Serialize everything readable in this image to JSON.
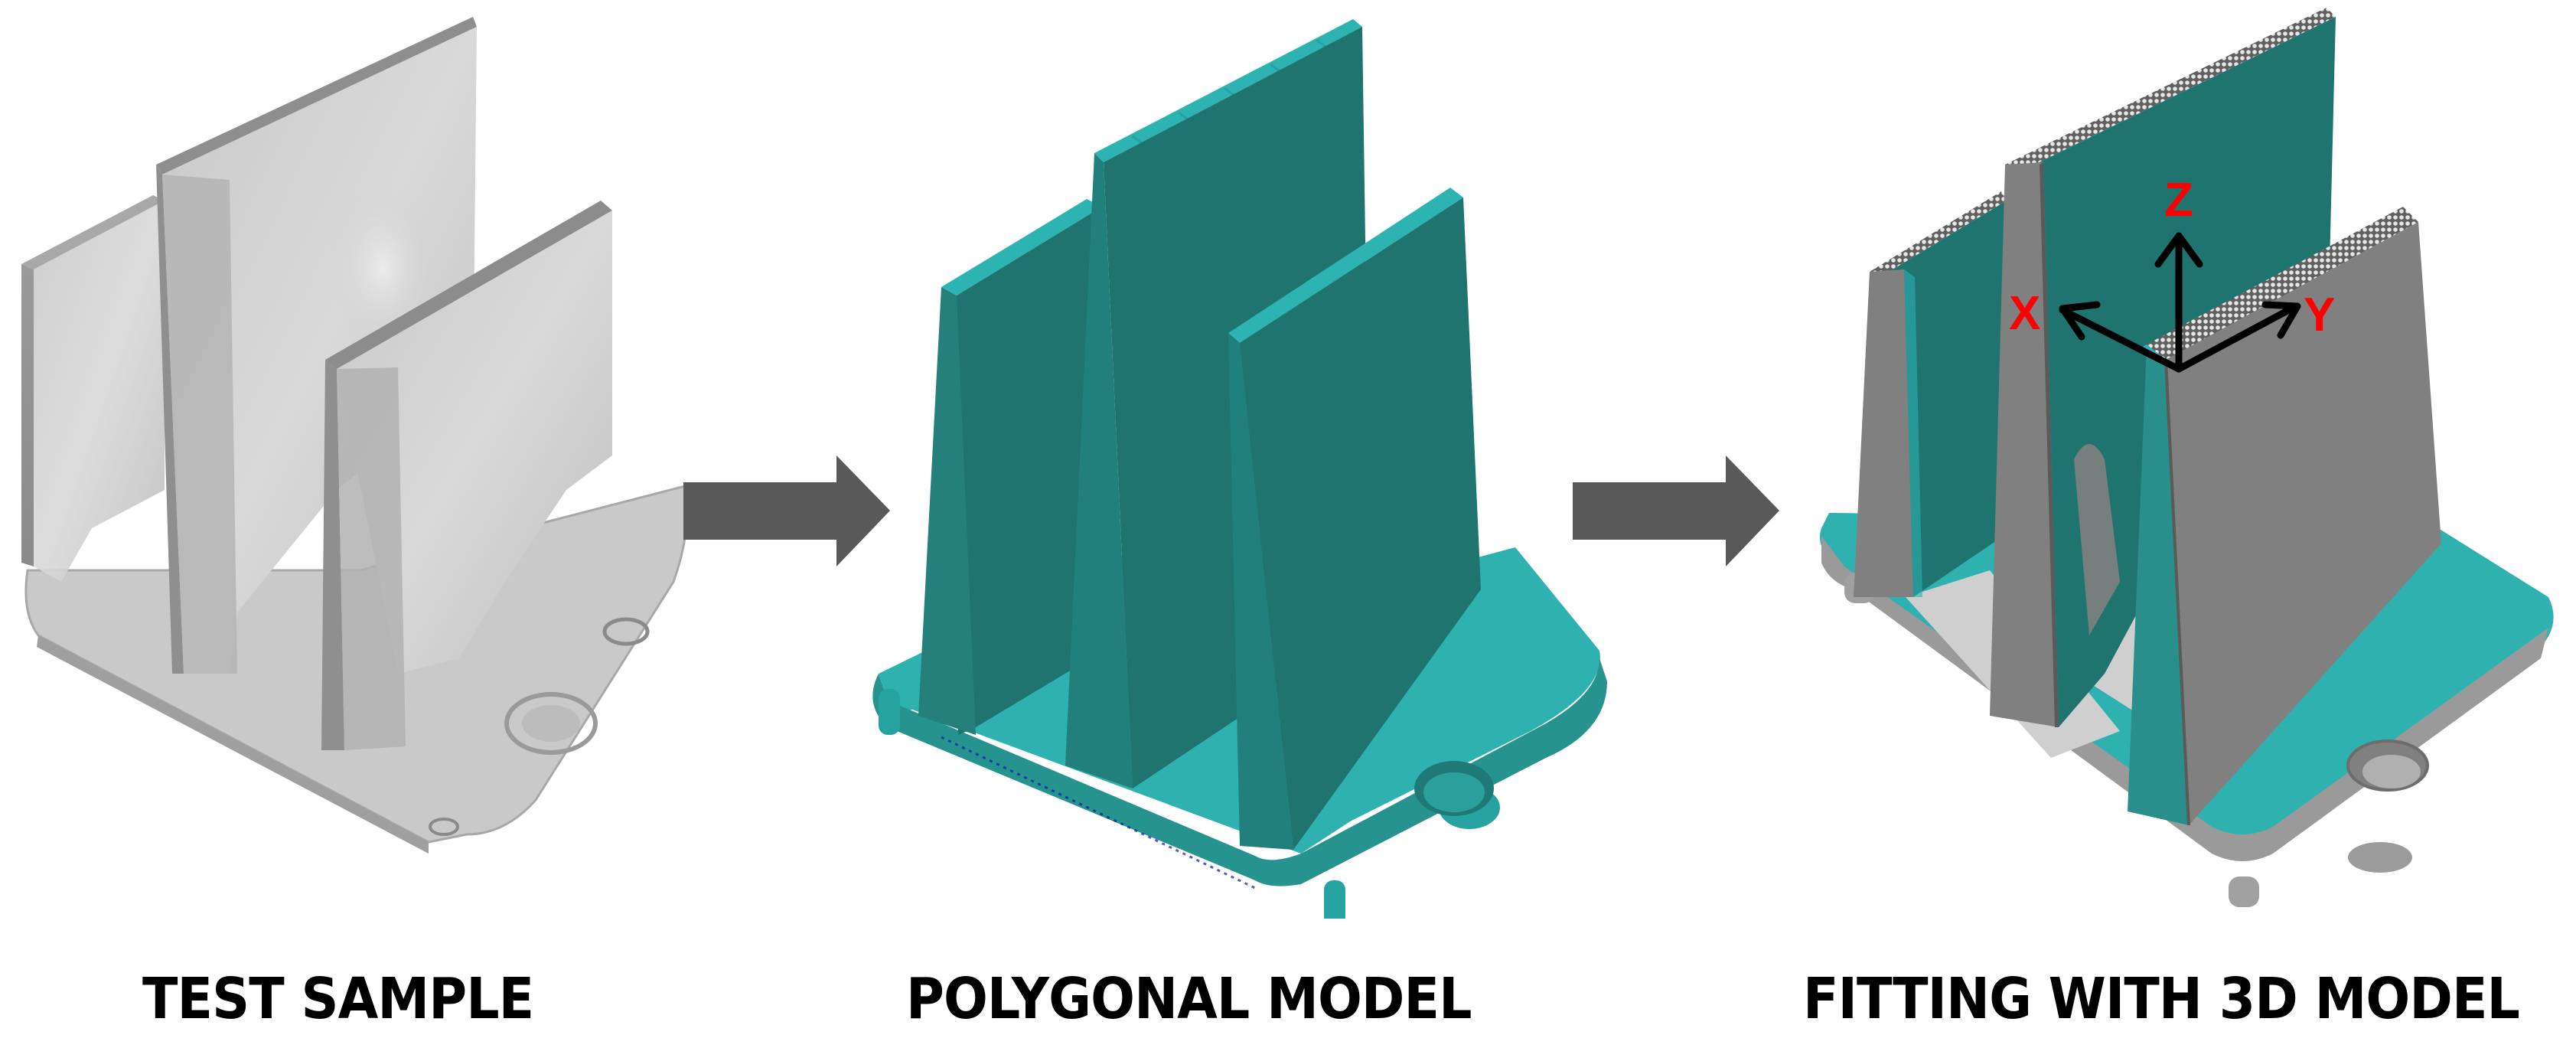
{
  "figure": {
    "panels": [
      {
        "id": "test-sample",
        "label": "TEST SAMPLE"
      },
      {
        "id": "polygonal-model",
        "label": "POLYGONAL MODEL"
      },
      {
        "id": "fitting-3d-model",
        "label": "FITTING WITH 3D MODEL"
      }
    ],
    "axes": {
      "x_label": "X",
      "y_label": "Y",
      "z_label": "Z"
    },
    "colors": {
      "arrow": "#595959",
      "teal_face": "#207470",
      "teal_light": "#2fb1b0",
      "teal_mid": "#27938f",
      "grey_face": "#808080",
      "grey_light": "#a9a9a9",
      "sample_grey": "#b5b5b5",
      "axis_label": "#ff0000",
      "axis_arrow": "#000000",
      "scan_noise": "#0a1aa0"
    },
    "flow_arrows": [
      {
        "from": "test-sample",
        "to": "polygonal-model"
      },
      {
        "from": "polygonal-model",
        "to": "fitting-3d-model"
      }
    ]
  }
}
